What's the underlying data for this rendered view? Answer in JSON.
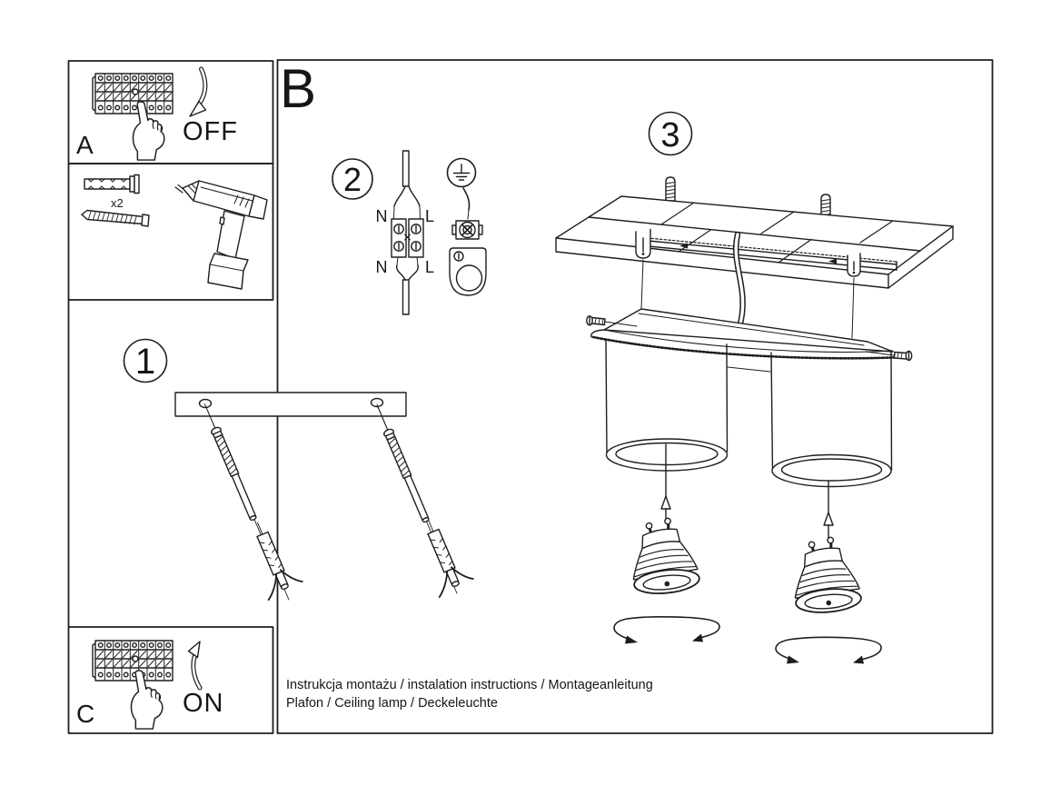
{
  "page": {
    "background": "#ffffff",
    "ink_color": "#1e1e1e",
    "title": "Ceiling lamp installation instructions"
  },
  "panel_a": {
    "label": "A",
    "action": "OFF"
  },
  "panel_c": {
    "label": "C",
    "action": "ON"
  },
  "section_b": {
    "label": "B"
  },
  "tools": {
    "anchor_qty": "x2"
  },
  "steps": {
    "step1": "1",
    "step2": "2",
    "step3": "3"
  },
  "wiring": {
    "n_top": "N",
    "l_top": "L",
    "n_bottom": "N",
    "l_bottom": "L"
  },
  "footer": {
    "line1": "Instrukcja montażu / instalation instructions / Montageanleitung",
    "line2": "Plafon / Ceiling lamp /  Deckeleuchte"
  }
}
